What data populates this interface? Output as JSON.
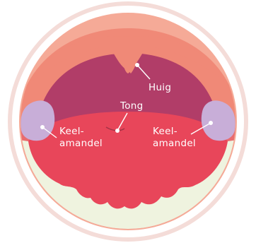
{
  "labels": {
    "uvula": "Huig",
    "tongue": "Tong",
    "tonsil_left": {
      "line1": "Keel-",
      "line2": "amandel"
    },
    "tonsil_right": {
      "line1": "Keel-",
      "line2": "amandel"
    }
  },
  "colors": {
    "outer_ring": "#f4dcd8",
    "lips": "#f5aa97",
    "palate": "#f08977",
    "throat": "#b13d68",
    "tongue": "#e8465a",
    "tonsil": "#c8aed8",
    "teeth": "#eff3df",
    "gums": "#e96c6f",
    "label_line": "#ffffff"
  }
}
